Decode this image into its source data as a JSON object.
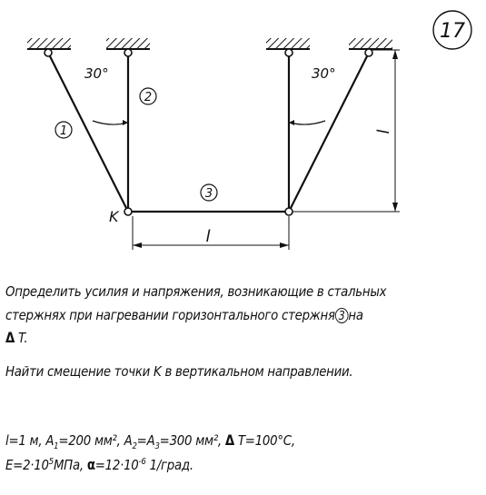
{
  "problem_number": "17",
  "diagram": {
    "angle_left": "30°",
    "angle_right": "30°",
    "rod1_label": "1",
    "rod2_label": "2",
    "rod3_label": "3",
    "point_label": "K",
    "dim_horizontal": "l",
    "dim_vertical": "l"
  },
  "text": {
    "line1": "Определить усилия и напряжения, возникающие в стальных",
    "line2_a": "стержнях при нагревании горизонтального стержня",
    "line2_circle": "3",
    "line2_b": "на",
    "line3_sym": "Δ",
    "line3_rest": " T.",
    "line4": "Найти смещение точки  K в вертикальном направлении.",
    "line5": {
      "l": "l=1 м, A",
      "a1_sub": "1",
      "a1_val": "=200 мм², A",
      "a2_sub": "2",
      "a2_mid": "=A",
      "a3_sub": "3",
      "a3_val": "=300 мм², ",
      "dt_sym": "Δ",
      "dt_val": " T=100°C,"
    },
    "line6": {
      "e": "E=2·10",
      "e_exp": "5",
      "e_unit": "МПа, ",
      "alpha_sym": "α",
      "alpha_val": "=12·10",
      "alpha_exp": "-6",
      "alpha_unit": " 1/град."
    }
  }
}
